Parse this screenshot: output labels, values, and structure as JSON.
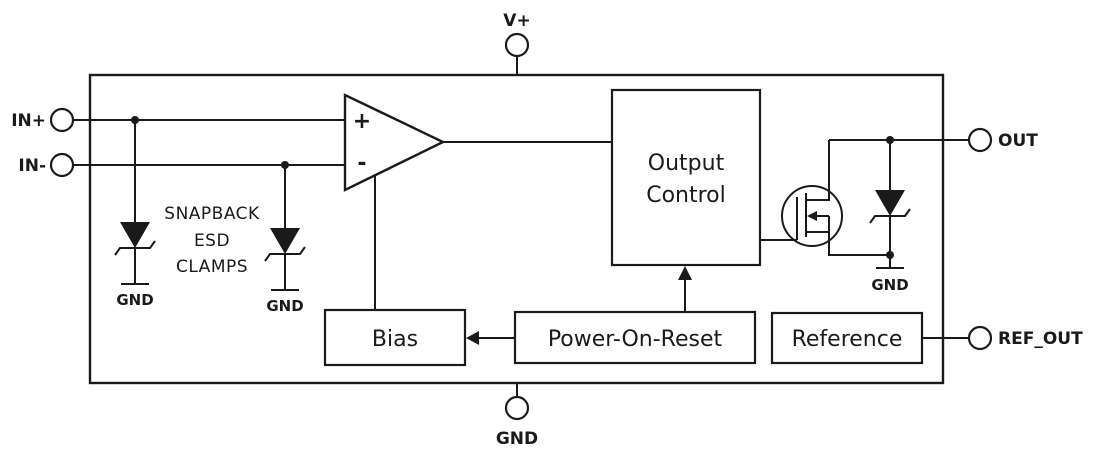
{
  "diagram": {
    "pins": {
      "vplus": "V+",
      "gnd_bottom": "GND",
      "in_plus": "IN+",
      "in_minus": "IN-",
      "out": "OUT",
      "ref_out": "REF_OUT"
    },
    "blocks": {
      "output_control": {
        "line1": "Output",
        "line2": "Control"
      },
      "bias": "Bias",
      "power_on_reset": "Power-On-Reset",
      "reference": "Reference"
    },
    "opamp": {
      "plus": "+",
      "minus": "-"
    },
    "esd": {
      "line1": "SNAPBACK",
      "line2": "ESD",
      "line3": "CLAMPS"
    },
    "gnd_labels": {
      "clamp1": "GND",
      "clamp2": "GND",
      "out_stage": "GND"
    },
    "colors": {
      "line": "#1a1a1a",
      "background": "#ffffff"
    }
  }
}
